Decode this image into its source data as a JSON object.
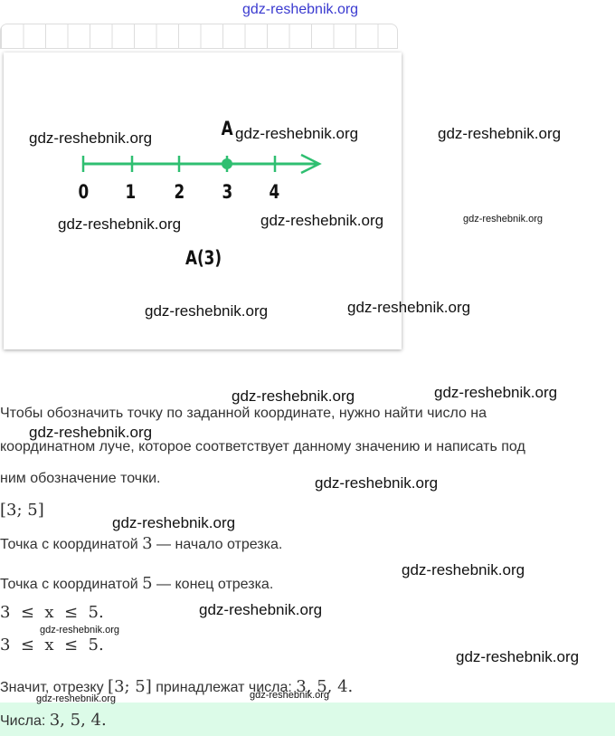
{
  "watermarks": [
    "gdz-reshebnik.org"
  ],
  "figure": {
    "point_label": "A",
    "point_value": 3,
    "ticks": [
      "0",
      "1",
      "2",
      "3",
      "4"
    ],
    "caption": "A(3)",
    "line_color": "#2fbf71"
  },
  "text": {
    "line1": "Чтобы обозначить точку по заданной координате, нужно найти число на",
    "line2": "координатном луче, которое соответствует данному значению и написать под",
    "line3": "ним обозначение точки.",
    "interval": "[3; 5]",
    "start_prefix": "Точка с координатой ",
    "start_num": "3",
    "start_suffix": " — начало отрезка.",
    "end_prefix": "Точка с координатой ",
    "end_num": "5",
    "end_suffix": " — конец отрезка.",
    "ineq1": "3  ≤  x  ≤  5.",
    "ineq2": "3  ≤  x  ≤  5.",
    "concl_prefix": "Значит, отрезку ",
    "concl_interval": "[3; 5]",
    "concl_mid": " принадлежат числа: ",
    "concl_nums": "3, 5, 4."
  },
  "answer": {
    "label": "Числа: ",
    "value": "3, 5, 4.",
    "bg": "#dcfbe8"
  }
}
